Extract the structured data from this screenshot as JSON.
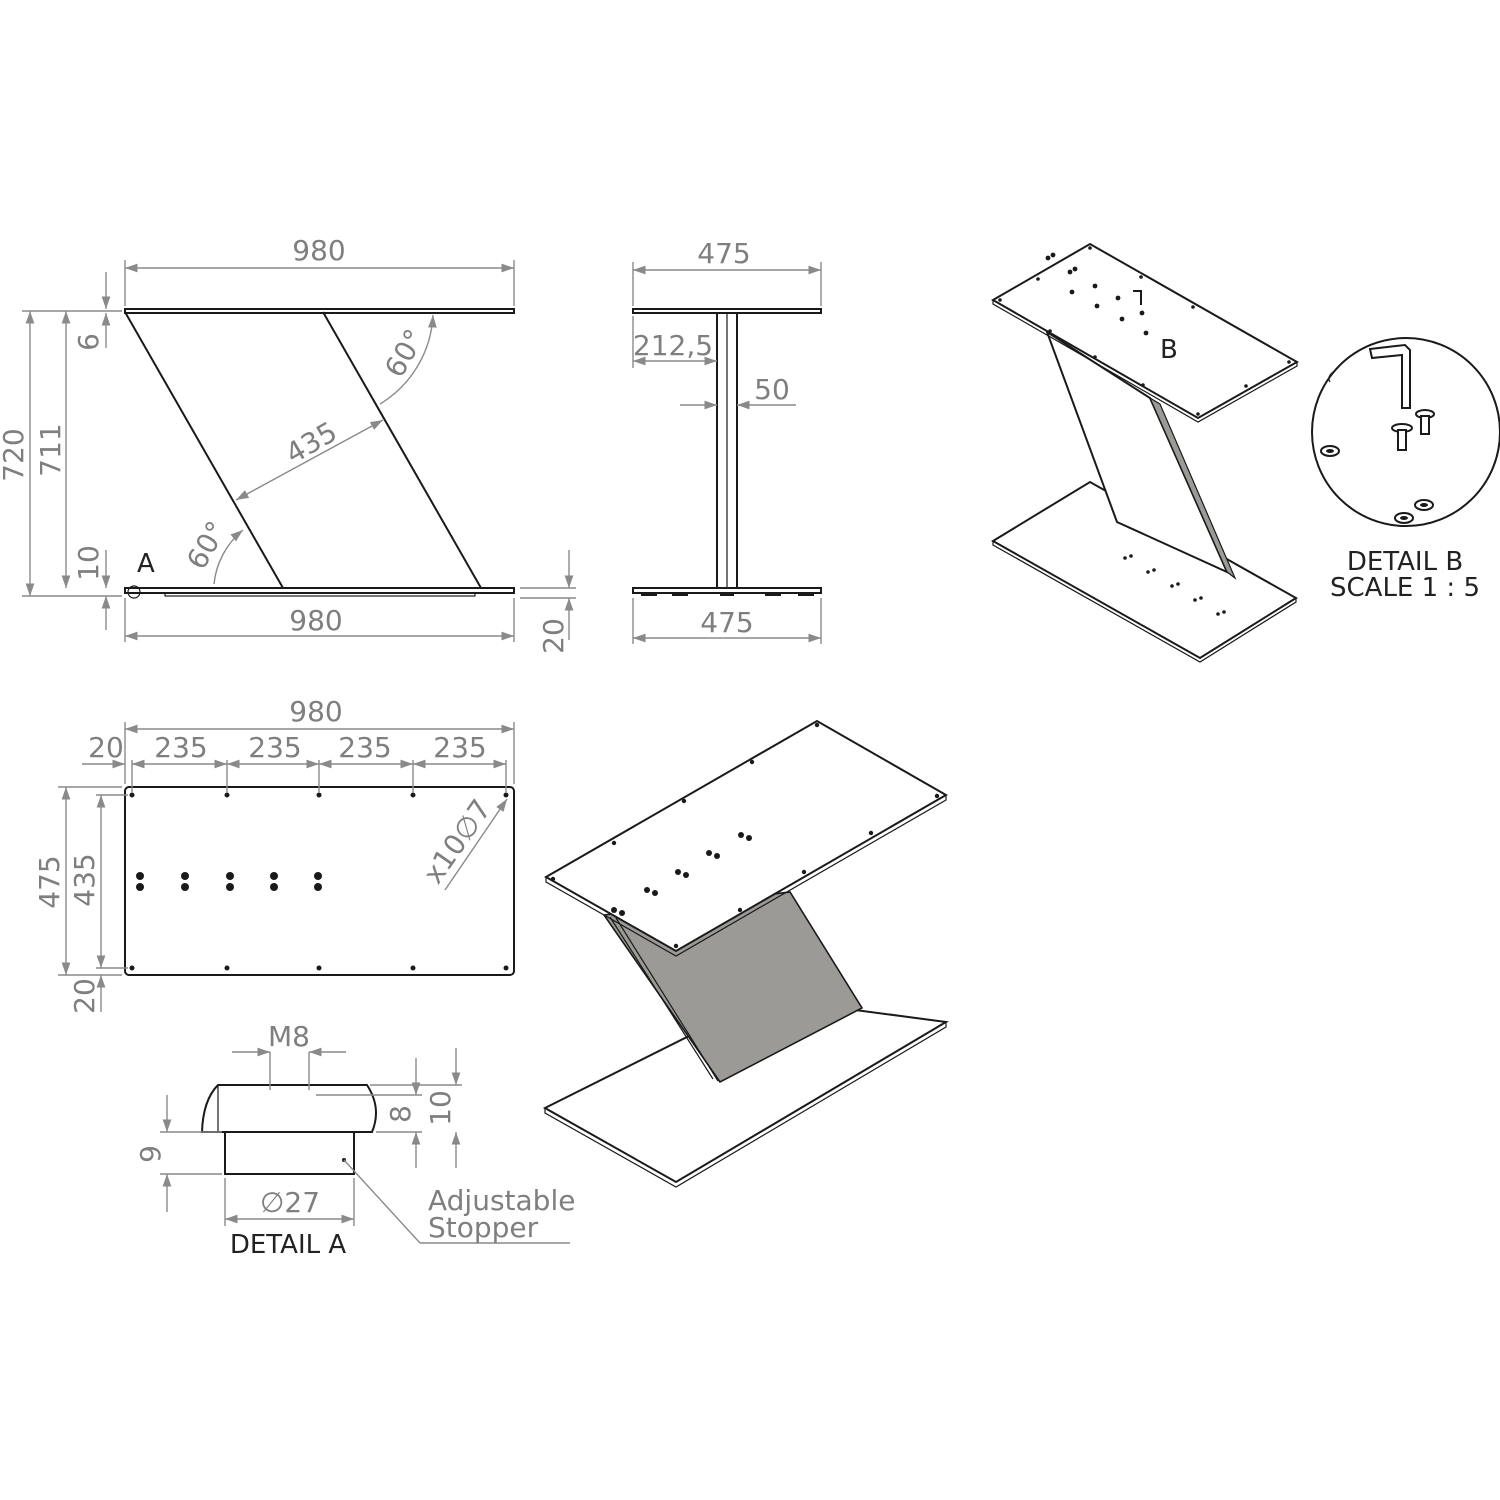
{
  "front_view": {
    "width_top": "980",
    "width_bottom": "980",
    "height_total": "720",
    "height_inner": "711",
    "top_thickness": "6",
    "base_thickness": "10",
    "stopper_height": "20",
    "diagonal_width": "435",
    "angle_top": "60°",
    "angle_bottom": "60°",
    "detail_callout": "A"
  },
  "side_view": {
    "width_top": "475",
    "width_bottom": "475",
    "offset": "212,5",
    "leg_thickness": "50"
  },
  "top_view": {
    "width": "980",
    "edge_offset": "20",
    "spacing": [
      "235",
      "235",
      "235",
      "235"
    ],
    "depth": "475",
    "inner_depth": "435",
    "bottom_offset": "20",
    "holes": "x10∅7"
  },
  "detail_a": {
    "thread": "M8",
    "height_8": "8",
    "height_10": "10",
    "height_9": "9",
    "diameter": "∅27",
    "note_line1": "Adjustable",
    "note_line2": "Stopper",
    "title": "DETAIL A"
  },
  "detail_b": {
    "callout": "B",
    "title": "DETAIL B",
    "scale": "SCALE 1 : 5"
  },
  "colors": {
    "line": "#1a1a1a",
    "dimension": "#7f7f7f",
    "panel": "#9b9a96"
  }
}
